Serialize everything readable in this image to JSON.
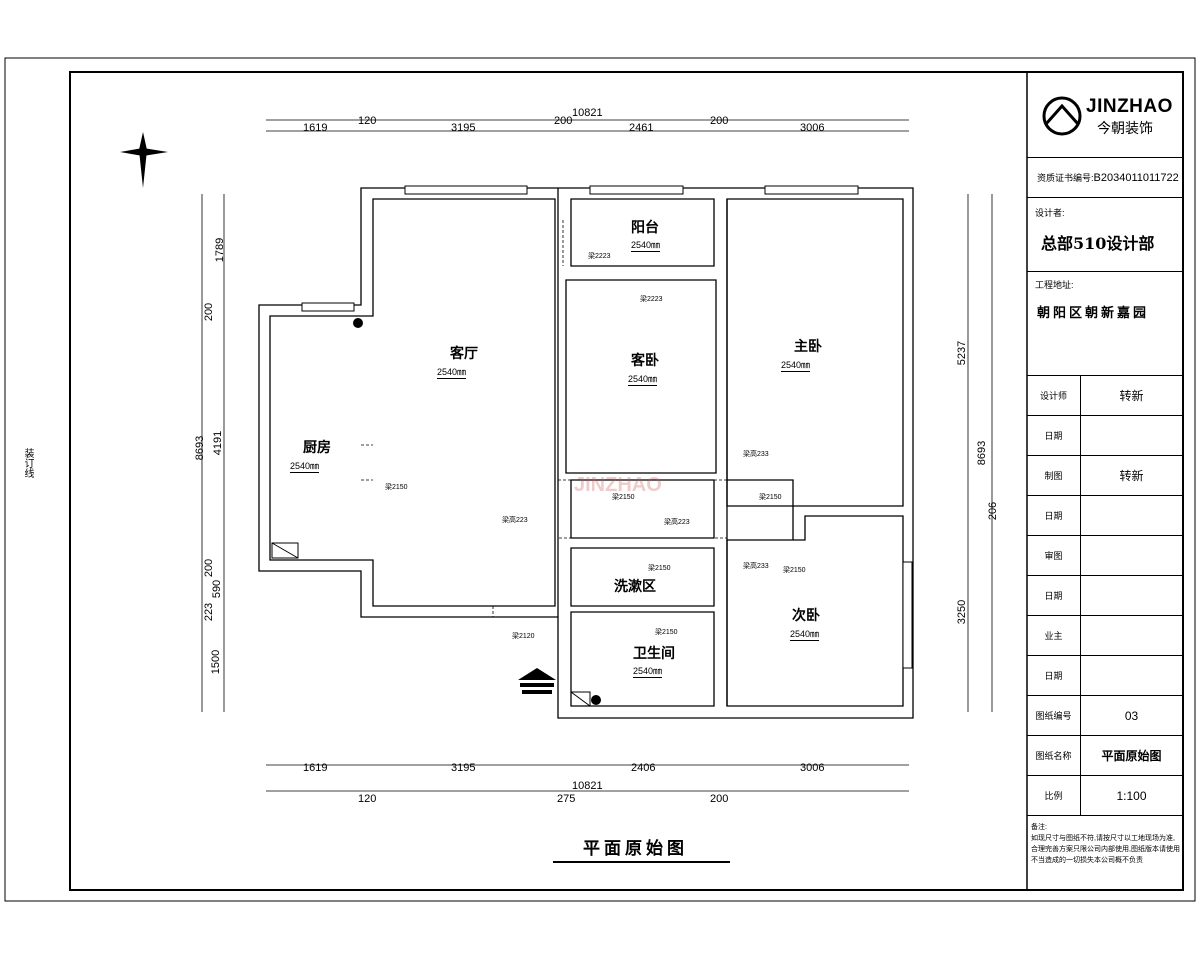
{
  "logo": {
    "brand": "JINZHAO",
    "brand_cn": "今朝装饰"
  },
  "binding_line": "装订线",
  "title_block": {
    "cert_label": "资质证书编号:",
    "cert_no": "B2034011011722",
    "designer_label": "设计者:",
    "designer_value": "总部510设计部",
    "project_label": "工程地址:",
    "project_value": "朝阳区朝新嘉园",
    "rows": [
      {
        "label": "设计师",
        "value": "转新"
      },
      {
        "label": "日期",
        "value": ""
      },
      {
        "label": "制图",
        "value": "转新"
      },
      {
        "label": "日期",
        "value": ""
      },
      {
        "label": "审图",
        "value": ""
      },
      {
        "label": "日期",
        "value": ""
      },
      {
        "label": "业主",
        "value": ""
      },
      {
        "label": "日期",
        "value": ""
      },
      {
        "label": "图纸编号",
        "value": "03"
      },
      {
        "label": "图纸名称",
        "value": "平面原始图"
      },
      {
        "label": "比例",
        "value": "1:100"
      }
    ],
    "notes_label": "备注:",
    "notes_text": "如现尺寸与图纸不符,请按尺寸以工地现场为准,合理完善方案只限公司内部使用,图纸版本请使用不当造成的一切损失本公司概不负责"
  },
  "drawing_title": "平面原始图",
  "rooms": {
    "living": "客厅",
    "kitchen": "厨房",
    "balcony": "阳台",
    "guest": "客卧",
    "master": "主卧",
    "second": "次卧",
    "wash": "洗漱区",
    "bath": "卫生间"
  },
  "ceiling_height": "2540㎜",
  "beam_labels": {
    "b2223": "梁2223",
    "b2150": "梁2150",
    "b2120": "梁2120",
    "b233": "梁高233",
    "b223": "梁高223"
  },
  "dims": {
    "top_total": "10821",
    "top": [
      "1619",
      "120",
      "3195",
      "200",
      "2461",
      "200",
      "3006"
    ],
    "bottom": [
      "1619",
      "3195",
      "2406",
      "3006"
    ],
    "bottom_total": "10821",
    "bottom_sub": [
      "120",
      "275",
      "200"
    ],
    "left_total": "8693",
    "left": [
      "1789",
      "200",
      "4191",
      "200",
      "590",
      "223",
      "1500"
    ],
    "right_total": "8693",
    "right": [
      "5237",
      "206",
      "3250"
    ]
  }
}
